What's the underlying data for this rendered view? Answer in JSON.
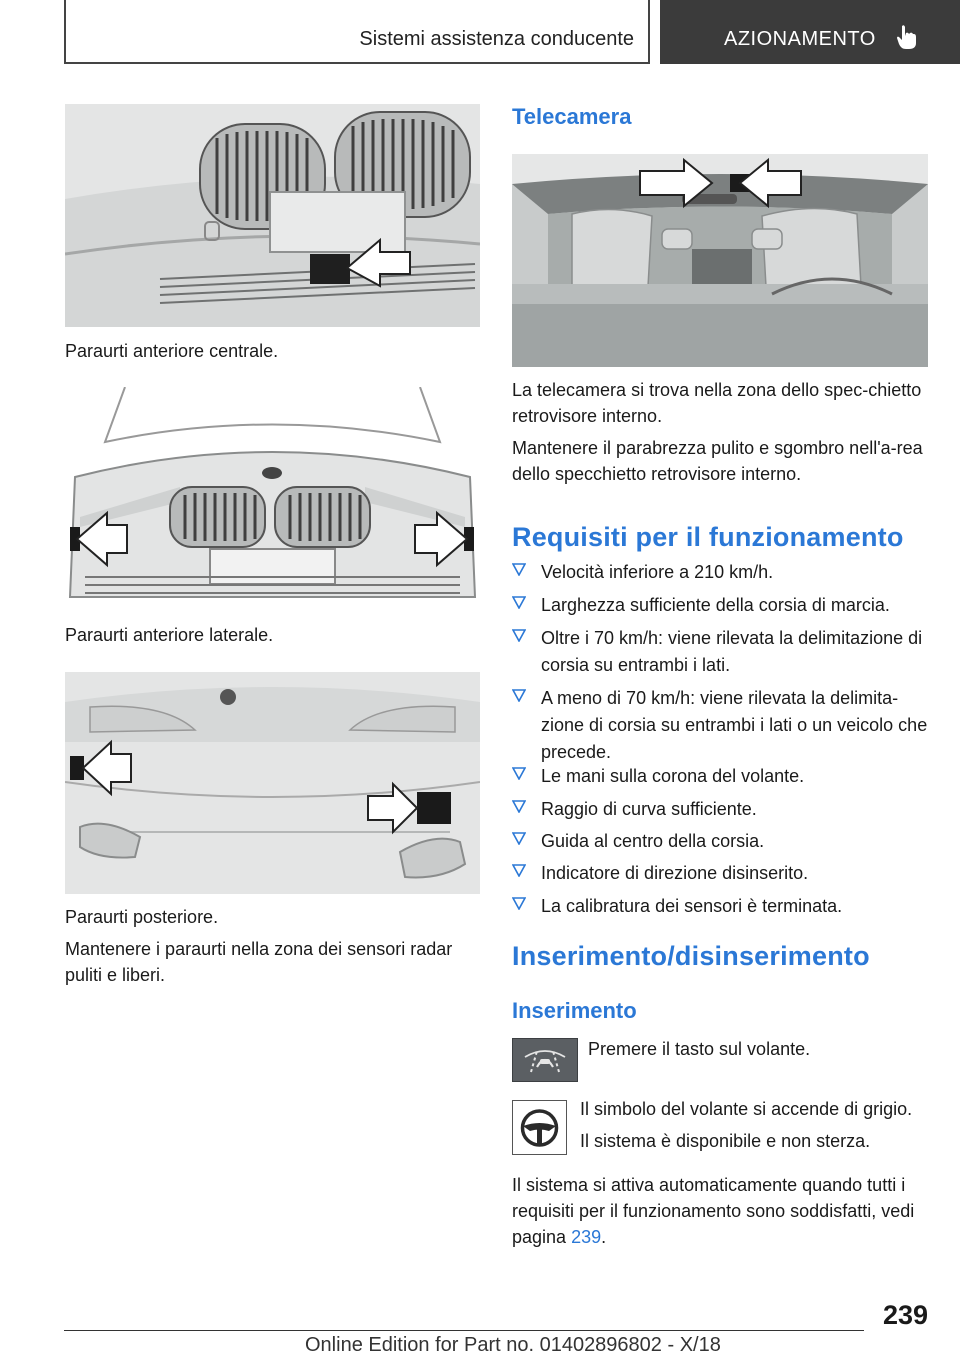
{
  "header": {
    "section": "Sistemi assistenza conducente",
    "chapter": "AZIONAMENTO",
    "chapter_icon": "pointing-hand-icon"
  },
  "left": {
    "caption1": "Paraurti anteriore centrale.",
    "caption2": "Paraurti anteriore laterale.",
    "caption3": "Paraurti posteriore.",
    "paragraph": "Mantenere i paraurti nella zona dei sensori radar puliti e liberi."
  },
  "right": {
    "heading_camera": "Telecamera",
    "camera_p1": "La telecamera si trova nella zona dello spec-chietto retrovisore interno.",
    "camera_p2": "Mantenere il parabrezza pulito e sgombro nell'a-rea dello specchietto retrovisore interno.",
    "heading_requirements": "Requisiti per il funzionamento",
    "requirements": [
      "Velocità inferiore a 210 km/h.",
      "Larghezza sufficiente della corsia di marcia.",
      "Oltre i 70 km/h: viene rilevata la delimitazione di corsia su entrambi i lati.",
      "A meno di 70 km/h: viene rilevata la delimita-zione di corsia su entrambi i lati o un veicolo che precede.",
      "Le mani sulla corona del volante.",
      "Raggio di curva sufficiente.",
      "Guida al centro della corsia.",
      "Indicatore di direzione disinserito.",
      "La calibratura dei sensori è terminata."
    ],
    "heading_onoff": "Inserimento/disinserimento",
    "heading_on": "Inserimento",
    "button_text": "Premere il tasto sul volante.",
    "symbol_text1": "Il simbolo del volante si accende di grigio.",
    "symbol_text2": "Il sistema è disponibile e non sterza.",
    "final_pre": "Il sistema si attiva automaticamente quando tutti i requisiti per il funzionamento sono soddisfatti, vedi pagina ",
    "final_link": "239",
    "final_post": "."
  },
  "footer": {
    "page": "239",
    "edition": "Online Edition for Part no. 01402896802 - X/18"
  },
  "colors": {
    "accent": "#2b78d6",
    "header_dark": "#3b3b3b"
  }
}
